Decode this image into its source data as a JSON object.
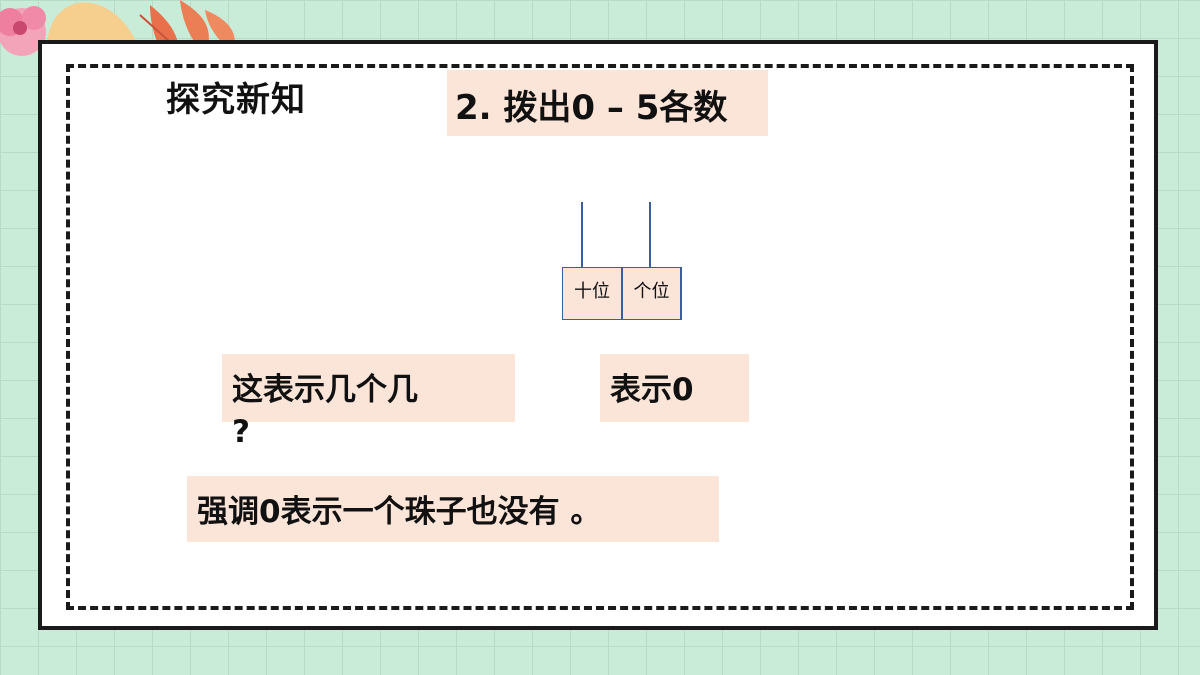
{
  "slide": {
    "section_title": "探究新知",
    "heading": "2. 拨出0 – 5各数",
    "abacus": {
      "tens_label": "十位",
      "ones_label": "个位"
    },
    "question": "这表示几个几",
    "question_mark": "?",
    "answer": "表示0",
    "emphasis": "强调0表示一个珠子也没有 。"
  },
  "colors": {
    "background": "#c8ecd8",
    "highlight": "#fbe4d8",
    "border": "#1a1a1a",
    "rod": "#3b5f9e"
  }
}
